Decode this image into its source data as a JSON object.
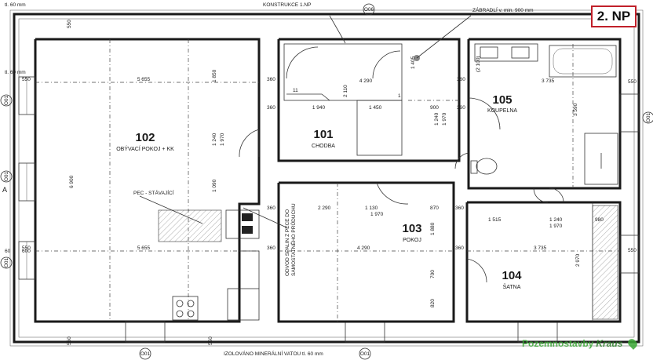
{
  "floor_label": "2. NP",
  "notes": {
    "top_left": "tl. 60 mm",
    "top_construction": "KONSTRUKCE 1.NP",
    "railing": "ZÁBRADLÍ v. min. 900 mm",
    "left_tl": "tl. 60 mm",
    "bottom_insulation": "IZOLOVÁNO MINERÁLNÍ VATOU tl. 60 mm",
    "stove": "PEC - STÁVAJÍCÍ",
    "flue": [
      "ODVOD SPALIN Z PECE DO",
      "SAMOSTATNÉHO PRŮDUCHU"
    ],
    "bath_height": "(2 100)"
  },
  "rooms": [
    {
      "id": "102",
      "name": "OBÝVACÍ POKOJ + KK"
    },
    {
      "id": "101",
      "name": "CHODBA"
    },
    {
      "id": "105",
      "name": "KOUPELNA"
    },
    {
      "id": "103",
      "name": "POKOJ"
    },
    {
      "id": "104",
      "name": "ŠATNA"
    }
  ],
  "axis_labels": {
    "window_o01": "O01",
    "window_o06": "O06",
    "section_a": "A"
  },
  "dimensions": {
    "d_550a": "550",
    "d_550b": "550",
    "d_550c": "550",
    "d_550d": "550",
    "d_550e": "550",
    "d_5655a": "5 655",
    "d_5655b": "5 655",
    "d_360a": "360",
    "d_360b": "360",
    "d_360c": "360",
    "d_360d": "360",
    "d_360e": "360",
    "d_360f": "360",
    "d_360g": "360",
    "d_360h": "360",
    "d_1850": "1 850",
    "d_1240a": "1 240",
    "d_1970a": "1 970",
    "d_1090": "1 090",
    "d_6900": "6 900",
    "d_1940": "1 940",
    "d_4290a": "4 290",
    "d_1450": "1 450",
    "d_900": "900",
    "d_1405": "1 405",
    "d_2110": "2 110",
    "d_1240b": "1 240",
    "d_1970b": "1 970",
    "d_3735a": "3 735",
    "d_3590": "3 590",
    "d_2290": "2 290",
    "d_1130": "1 130",
    "d_870": "870",
    "d_1970c": "1 970",
    "d_4290b": "4 290",
    "d_1880": "1 880",
    "d_700": "700",
    "d_820": "820",
    "d_1515": "1 515",
    "d_1240c": "1 240",
    "d_980": "980",
    "d_1970d": "1 970",
    "d_3735b": "3 735",
    "d_2970": "2 970",
    "d_600": "600",
    "d_60": "60",
    "d_11": "11",
    "d_1": "1"
  },
  "watermark": {
    "text": "Pozemnostavby",
    "brand": "Kraus"
  }
}
